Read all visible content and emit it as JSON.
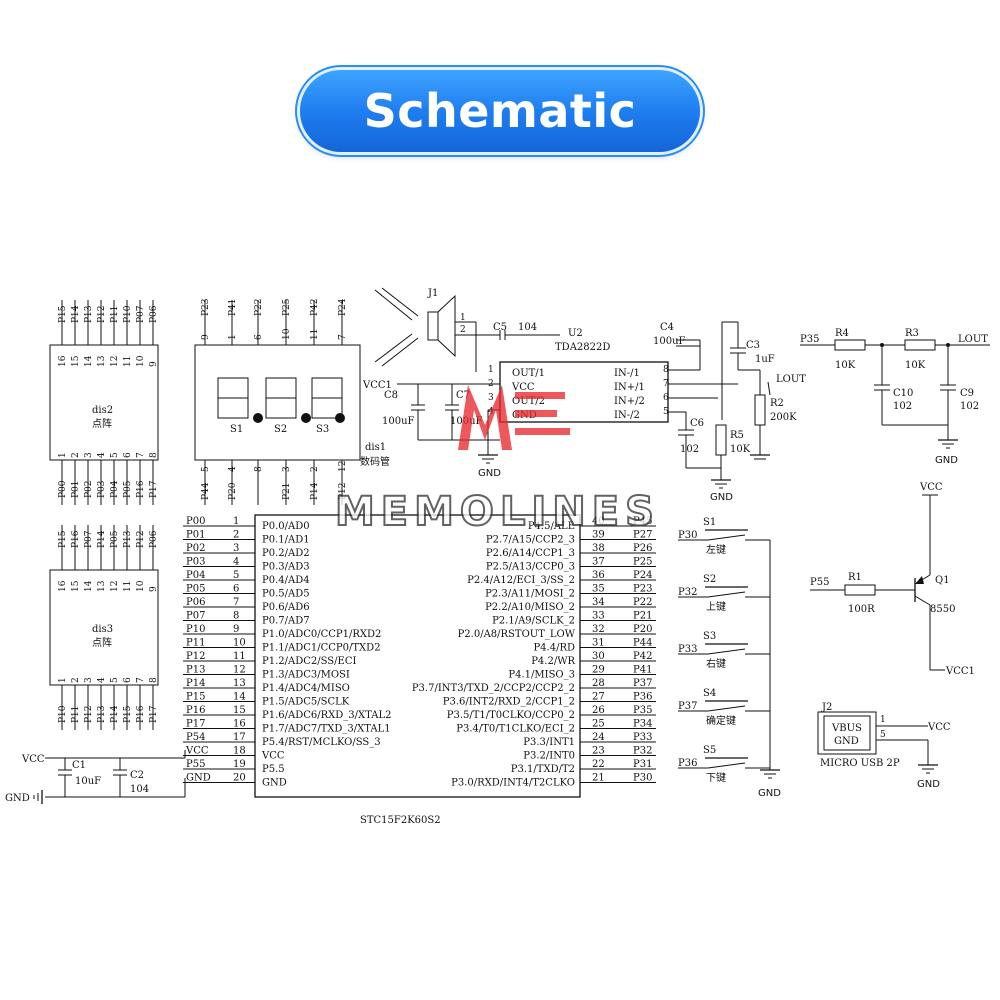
{
  "title": "Schematic",
  "watermark": "MEMOLINES",
  "mcu": {
    "part": "STC15F2K60S2",
    "left_pins": [
      {
        "net": "P00",
        "num": "1",
        "fn": "P0.0/AD0"
      },
      {
        "net": "P01",
        "num": "2",
        "fn": "P0.1/AD1"
      },
      {
        "net": "P02",
        "num": "3",
        "fn": "P0.2/AD2"
      },
      {
        "net": "P03",
        "num": "4",
        "fn": "P0.3/AD3"
      },
      {
        "net": "P04",
        "num": "5",
        "fn": "P0.4/AD4"
      },
      {
        "net": "P05",
        "num": "6",
        "fn": "P0.5/AD5"
      },
      {
        "net": "P06",
        "num": "7",
        "fn": "P0.6/AD6"
      },
      {
        "net": "P07",
        "num": "8",
        "fn": "P0.7/AD7"
      },
      {
        "net": "P10",
        "num": "9",
        "fn": "P1.0/ADC0/CCP1/RXD2"
      },
      {
        "net": "P11",
        "num": "10",
        "fn": "P1.1/ADC1/CCP0/TXD2"
      },
      {
        "net": "P12",
        "num": "11",
        "fn": "P1.2/ADC2/SS/ECI"
      },
      {
        "net": "P13",
        "num": "12",
        "fn": "P1.3/ADC3/MOSI"
      },
      {
        "net": "P14",
        "num": "13",
        "fn": "P1.4/ADC4/MISO"
      },
      {
        "net": "P15",
        "num": "14",
        "fn": "P1.5/ADC5/SCLK"
      },
      {
        "net": "P16",
        "num": "15",
        "fn": "P1.6/ADC6/RXD_3/XTAL2"
      },
      {
        "net": "P17",
        "num": "16",
        "fn": "P1.7/ADC7/TXD_3/XTAL1"
      },
      {
        "net": "P54",
        "num": "17",
        "fn": "P5.4/RST/MCLKO/SS_3"
      },
      {
        "net": "VCC",
        "num": "18",
        "fn": "VCC"
      },
      {
        "net": "P55",
        "num": "19",
        "fn": "P5.5"
      },
      {
        "net": "GND",
        "num": "20",
        "fn": "GND"
      }
    ],
    "right_pins": [
      {
        "net": "P45",
        "num": "40",
        "fn": "P4.5/ALE"
      },
      {
        "net": "P27",
        "num": "39",
        "fn": "P2.7/A15/CCP2_3"
      },
      {
        "net": "P26",
        "num": "38",
        "fn": "P2.6/A14/CCP1_3"
      },
      {
        "net": "P25",
        "num": "37",
        "fn": "P2.5/A13/CCP0_3"
      },
      {
        "net": "P24",
        "num": "36",
        "fn": "P2.4/A12/ECI_3/SS_2"
      },
      {
        "net": "P23",
        "num": "35",
        "fn": "P2.3/A11/MOSI_2"
      },
      {
        "net": "P22",
        "num": "34",
        "fn": "P2.2/A10/MISO_2"
      },
      {
        "net": "P21",
        "num": "33",
        "fn": "P2.1/A9/SCLK_2"
      },
      {
        "net": "P20",
        "num": "32",
        "fn": "P2.0/A8/RSTOUT_LOW"
      },
      {
        "net": "P44",
        "num": "31",
        "fn": "P4.4/RD"
      },
      {
        "net": "P42",
        "num": "30",
        "fn": "P4.2/WR"
      },
      {
        "net": "P41",
        "num": "29",
        "fn": "P4.1/MISO_3"
      },
      {
        "net": "P37",
        "num": "28",
        "fn": "P3.7/INT3/TXD_2/CCP2/CCP2_2"
      },
      {
        "net": "P36",
        "num": "27",
        "fn": "P3.6/INT2/RXD_2/CCP1_2"
      },
      {
        "net": "P35",
        "num": "26",
        "fn": "P3.5/T1/T0CLKO/CCP0_2"
      },
      {
        "net": "P34",
        "num": "25",
        "fn": "P3.4/T0/T1CLKO/ECI_2"
      },
      {
        "net": "P33",
        "num": "24",
        "fn": "P3.3/INT1"
      },
      {
        "net": "P32",
        "num": "23",
        "fn": "P3.2/INT0"
      },
      {
        "net": "P31",
        "num": "22",
        "fn": "P3.1/TXD/T2"
      },
      {
        "net": "P30",
        "num": "21",
        "fn": "P3.0/RXD/INT4/T2CLKO"
      }
    ]
  },
  "dis2": {
    "name": "dis2",
    "type": "点阵",
    "top_nets": [
      "P15",
      "P14",
      "P13",
      "P12",
      "P11",
      "P10",
      "P07",
      "P06"
    ],
    "bottom_nets": [
      "P00",
      "P01",
      "P02",
      "P03",
      "P04",
      "P05",
      "P16",
      "P17"
    ]
  },
  "dis3": {
    "name": "dis3",
    "type": "点阵",
    "top_nets": [
      "P15",
      "P16",
      "P07",
      "P14",
      "P05",
      "P13",
      "P12",
      "P06"
    ],
    "bottom_nets": [
      "P10",
      "P11",
      "P12",
      "P13",
      "P14",
      "P15",
      "P16",
      "P17"
    ]
  },
  "dis1": {
    "name": "dis1",
    "type": "数码管",
    "top_nets": [
      "P23",
      "P41",
      "P22",
      "P25",
      "P42",
      "P24"
    ],
    "top_pins": [
      "9",
      "1",
      "6",
      "10",
      "11",
      "7"
    ],
    "bottom_nets": [
      "P44",
      "P20",
      "",
      "P21",
      "P14",
      "P12"
    ],
    "bottom_pins": [
      "5",
      "4",
      "8",
      "3",
      "2",
      "12"
    ],
    "digits": [
      "S1",
      "S2",
      "S3"
    ]
  },
  "audio": {
    "j1": "J1",
    "u2": "U2",
    "u2_part": "TDA2822D",
    "u2_left_pins": [
      "OUT/1",
      "VCC",
      "OUT/2",
      "GND"
    ],
    "u2_right_pins": [
      "IN-/1",
      "IN+/1",
      "IN+/2",
      "IN-/2"
    ],
    "pin_numbers": [
      "1",
      "2",
      "3",
      "4",
      "8",
      "7",
      "6",
      "5"
    ],
    "vcc": "VCC1",
    "c5": "C5",
    "c5_val": "104",
    "c4": "C4",
    "c4_val": "100uF",
    "c3": "C3",
    "c3_val": "1uF",
    "c8": "C8",
    "c8_val": "100uF",
    "c7": "C7",
    "c7_val": "100uF",
    "c6": "C6",
    "c6_val": "102",
    "r5": "R5",
    "r5_val": "10K",
    "r2": "R2",
    "r2_val": "200K",
    "lout": "LOUT",
    "gnd": "GND"
  },
  "filter": {
    "p35": "P35",
    "r4": "R4",
    "r4_val": "10K",
    "r3": "R3",
    "r3_val": "10K",
    "c10": "C10",
    "c10_val": "102",
    "c9": "C9",
    "c9_val": "102",
    "lout": "LOUT",
    "gnd": "GND"
  },
  "switches": [
    {
      "net": "P30",
      "ref": "S1",
      "label": "左键"
    },
    {
      "net": "P32",
      "ref": "S2",
      "label": "上键"
    },
    {
      "net": "P33",
      "ref": "S3",
      "label": "右键"
    },
    {
      "net": "P37",
      "ref": "S4",
      "label": "确定键"
    },
    {
      "net": "P36",
      "ref": "S5",
      "label": "下键"
    }
  ],
  "switches_gnd": "GND",
  "transistor": {
    "vcc": "VCC",
    "p55": "P55",
    "r1": "R1",
    "r1_val": "100R",
    "q1": "Q1",
    "q1_part": "8550",
    "vcc1": "VCC1"
  },
  "usb": {
    "j2": "J2",
    "pin1": "VBUS",
    "pin5": "GND",
    "num1": "1",
    "num5": "5",
    "part": "MICRO USB 2P",
    "vcc": "VCC",
    "gnd": "GND"
  },
  "power": {
    "vcc": "VCC",
    "gnd": "GND",
    "c1": "C1",
    "c1_val": "10uF",
    "c2": "C2",
    "c2_val": "104"
  },
  "colors": {
    "banner": "#1e7ef0",
    "logo": "#e8262a",
    "ink": "#111111"
  }
}
